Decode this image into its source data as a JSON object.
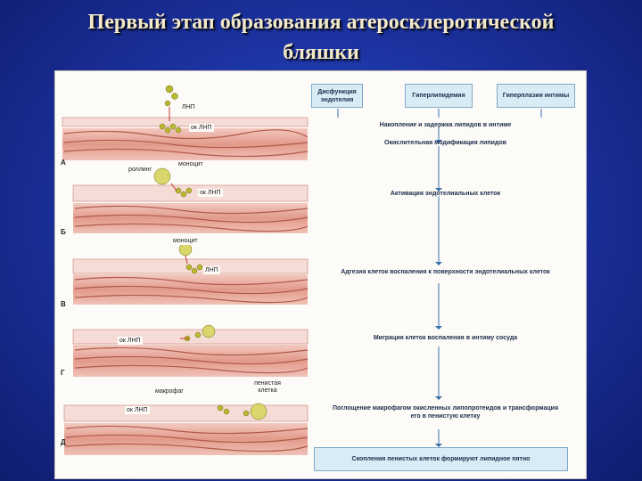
{
  "slide": {
    "title_line1": "Первый этап образования атеросклеротической",
    "title_line2": "бляшки"
  },
  "illustration": {
    "panels": [
      "А",
      "Б",
      "В",
      "Г",
      "Д"
    ],
    "labels": {
      "ldl": "ЛНП",
      "ox_ldl_a": "ок ЛНП",
      "rolling": "роллинг",
      "monocyte_b": "моноцит",
      "ox_ldl_b": "ок ЛНП",
      "monocyte_c": "моноцит",
      "ldl_c": "ЛНП",
      "ox_ldl_g": "ок ЛНП",
      "macrophage": "макрофаг",
      "foam_cell": "пенистая клетка",
      "ox_ldl_d": "ок ЛНП"
    }
  },
  "flow": {
    "top_boxes": [
      "Дисфункция эндотелия",
      "Гиперлипидемия",
      "Гиперплазия интимы"
    ],
    "steps": [
      "Накопление и задержка липидов в интиме",
      "Окислительная модификация липидов",
      "Активация эндотелиальных клеток",
      "Адгезия клеток воспаления к поверхности эндотелиальных клеток",
      "Миграция клеток воспаления в интиму сосуда",
      "Поглощение макрофагом окисленных липопротеидов и трансформация его в пенистую клетку"
    ],
    "final_box": "Скопления пенистых клеток формируют липидное пятно"
  },
  "colors": {
    "background": "#1a2f9a",
    "title": "#f3e9c8",
    "box_fill": "#d9ecf6",
    "tissue": "#d68a7a",
    "lipid": "#b8b832"
  }
}
